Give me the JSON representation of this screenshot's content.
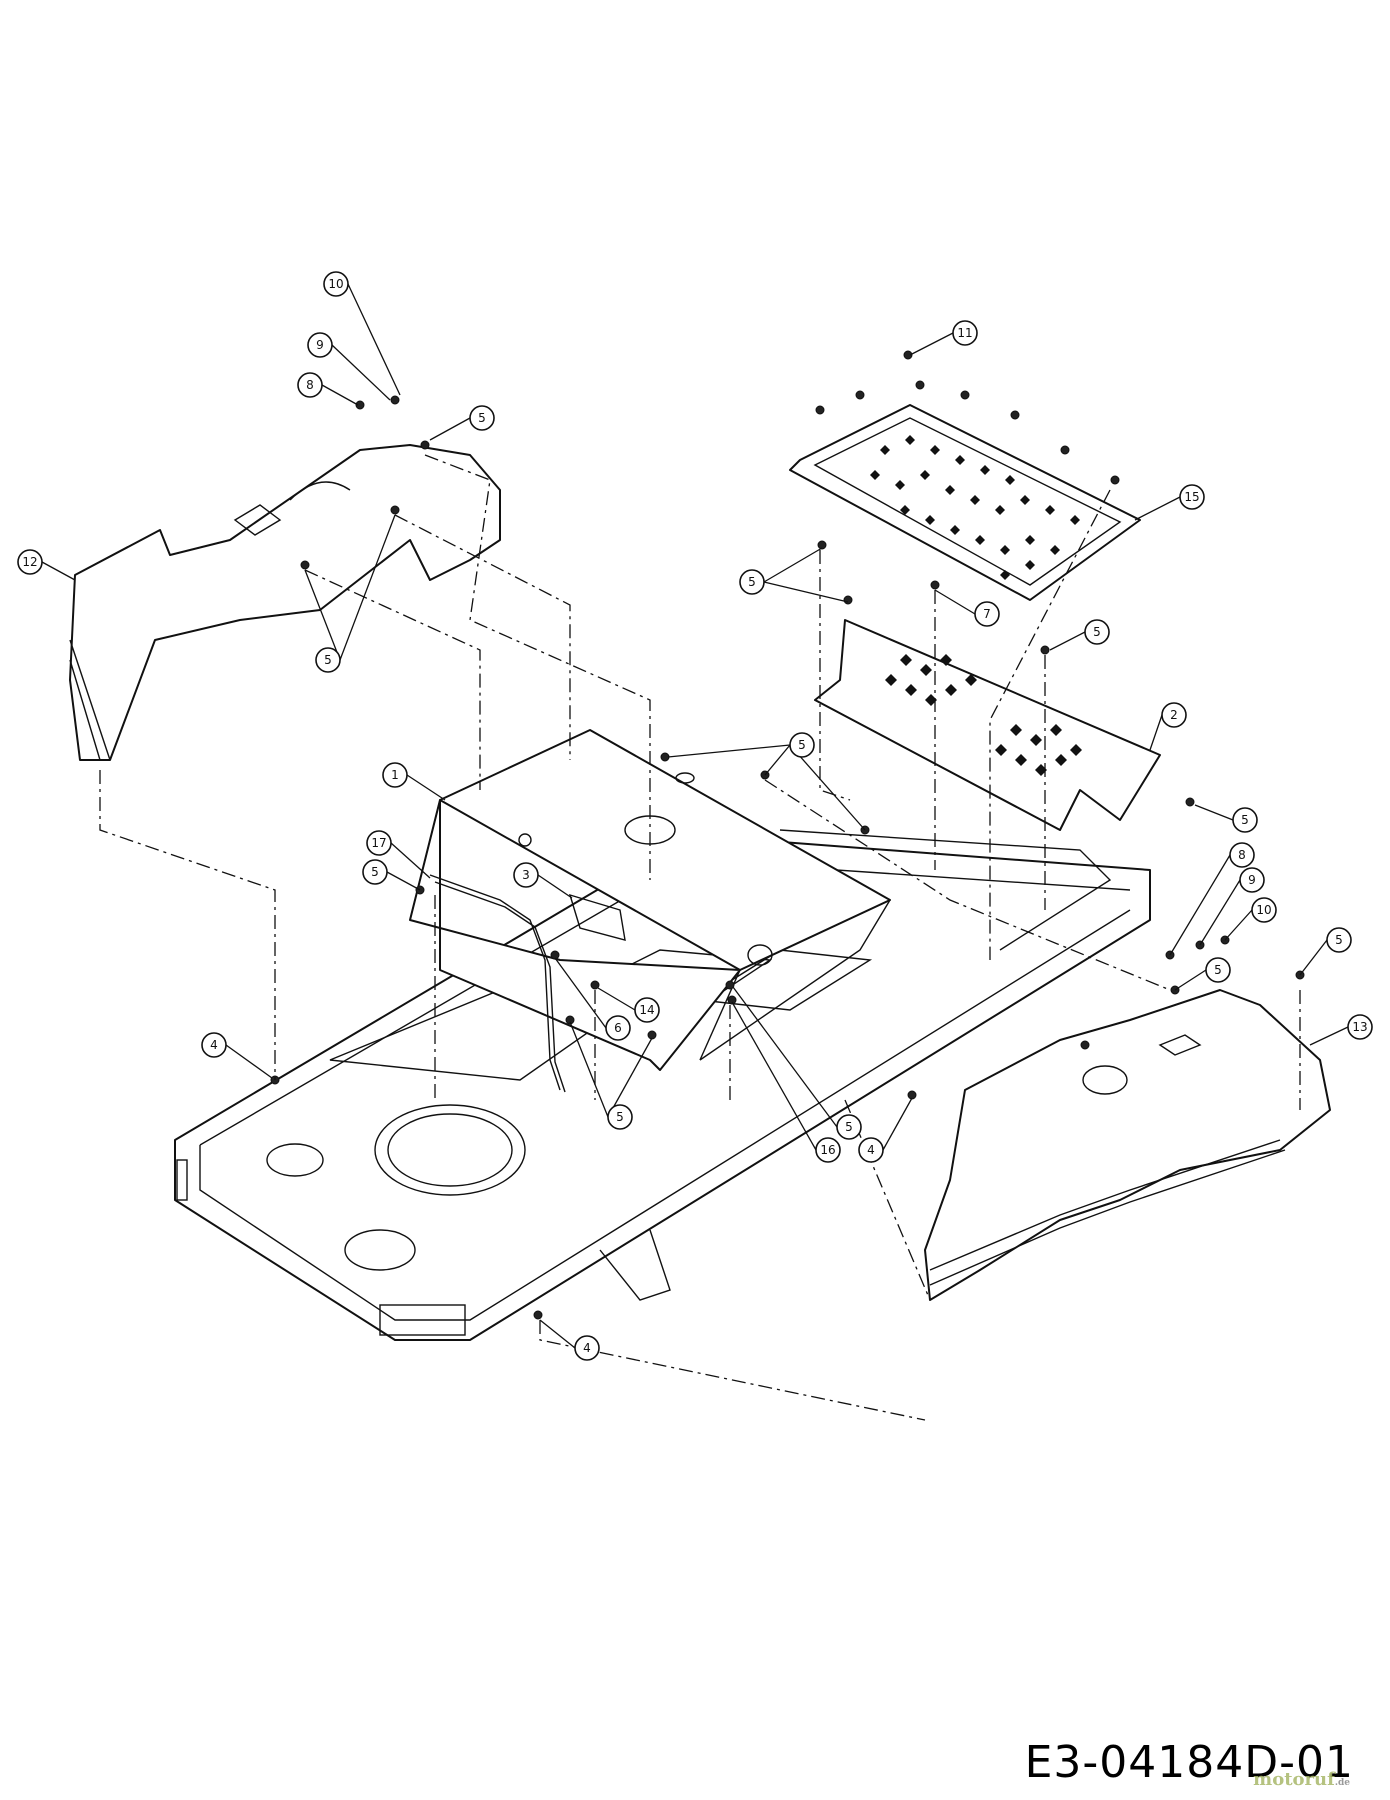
{
  "drawing_number": "E3-04184D-01",
  "watermark": {
    "brand": "motoruf",
    "tld": ".de"
  },
  "callouts": [
    {
      "id": "c-10a",
      "label": "10"
    },
    {
      "id": "c-9a",
      "label": "9"
    },
    {
      "id": "c-8a",
      "label": "8"
    },
    {
      "id": "c-5a",
      "label": "5"
    },
    {
      "id": "c-12",
      "label": "12"
    },
    {
      "id": "c-5b",
      "label": "5"
    },
    {
      "id": "c-11",
      "label": "11"
    },
    {
      "id": "c-15",
      "label": "15"
    },
    {
      "id": "c-5c",
      "label": "5"
    },
    {
      "id": "c-7",
      "label": "7"
    },
    {
      "id": "c-5d",
      "label": "5"
    },
    {
      "id": "c-2",
      "label": "2"
    },
    {
      "id": "c-5e",
      "label": "5"
    },
    {
      "id": "c-5f",
      "label": "5"
    },
    {
      "id": "c-1",
      "label": "1"
    },
    {
      "id": "c-17",
      "label": "17"
    },
    {
      "id": "c-5g",
      "label": "5"
    },
    {
      "id": "c-3",
      "label": "3"
    },
    {
      "id": "c-8b",
      "label": "8"
    },
    {
      "id": "c-9b",
      "label": "9"
    },
    {
      "id": "c-10b",
      "label": "10"
    },
    {
      "id": "c-5h",
      "label": "5"
    },
    {
      "id": "c-5i",
      "label": "5"
    },
    {
      "id": "c-13",
      "label": "13"
    },
    {
      "id": "c-6",
      "label": "6"
    },
    {
      "id": "c-14",
      "label": "14"
    },
    {
      "id": "c-4a",
      "label": "4"
    },
    {
      "id": "c-5j",
      "label": "5"
    },
    {
      "id": "c-5k",
      "label": "5"
    },
    {
      "id": "c-16",
      "label": "16"
    },
    {
      "id": "c-4b",
      "label": "4"
    },
    {
      "id": "c-4c",
      "label": "4"
    }
  ]
}
